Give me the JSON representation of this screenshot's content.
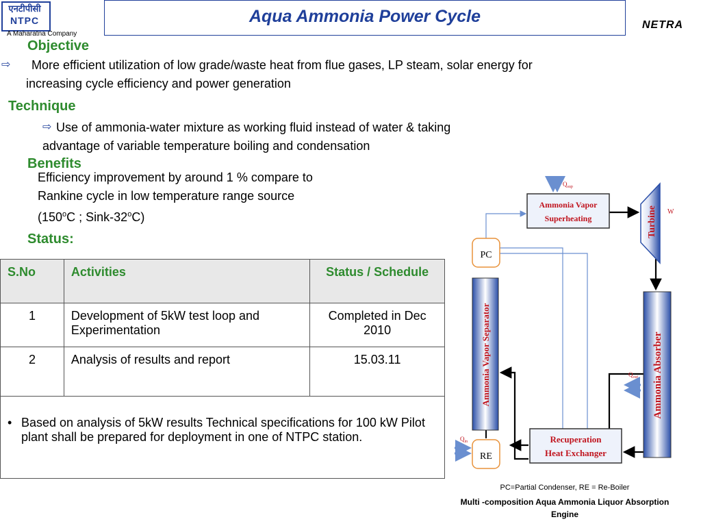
{
  "header": {
    "logo_hindi": "एनटीपीसी",
    "logo_text": "NTPC",
    "tagline": "A Maharatna Company",
    "title": "Aqua Ammonia Power Cycle",
    "brand": "NETRA"
  },
  "objective": {
    "heading": "Objective",
    "line1": "More efficient  utilization of low grade/waste heat from flue gases, LP steam, solar energy  for",
    "line2": "increasing cycle efficiency and power generation"
  },
  "technique": {
    "heading": "Technique",
    "line1": "Use of ammonia-water mixture  as working fluid  instead of  water & taking",
    "line2": "advantage of variable temperature boiling and condensation"
  },
  "benefits": {
    "heading": "Benefits",
    "line1": "Efficiency improvement by around 1 %  compare to",
    "line2": "Rankine cycle in low temperature range source",
    "line3_a": "(150",
    "line3_sup1": "o",
    "line3_b": "C  ; Sink-32",
    "line3_sup2": "o",
    "line3_c": "C)"
  },
  "status": {
    "heading": "Status:",
    "columns": [
      "S.No",
      "Activities",
      "Status / Schedule"
    ],
    "rows": [
      {
        "sno": "1",
        "activity": "Development of 5kW test loop and Experimentation",
        "status": "Completed in Dec 2010"
      },
      {
        "sno": "2",
        "activity": "Analysis of results and report",
        "status": "15.03.11"
      }
    ],
    "note": "Based on analysis of 5kW results Technical specifications for 100 kW Pilot plant shall be prepared for deployment in one of NTPC station."
  },
  "diagram": {
    "superheating_line1": "Ammonia Vapor",
    "superheating_line2": "Superheating",
    "turbine": "Turbine",
    "work": "W",
    "q_sup_main": "Q",
    "q_sup_sub": "sup",
    "pc": "PC",
    "separator": "Ammonia Vapor Separator",
    "absorber": "Ammonia Absorber",
    "q_out_main": "Q",
    "q_out_sub": "out",
    "recuperation_line1": "Recuperation",
    "recuperation_line2": "Heat Exchanger",
    "q_in_main": "Q",
    "q_in_sub": "in",
    "re": "RE",
    "caption1": "PC=Partial Condenser, RE = Re-Boiler",
    "caption2": "Multi -composition Aqua Ammonia Liquor Absorption Engine"
  },
  "colors": {
    "title_blue": "#1f3f9a",
    "heading_green": "#2e8b2e",
    "box_text_red": "#c0141e",
    "pc_re_border": "#e8923a"
  }
}
